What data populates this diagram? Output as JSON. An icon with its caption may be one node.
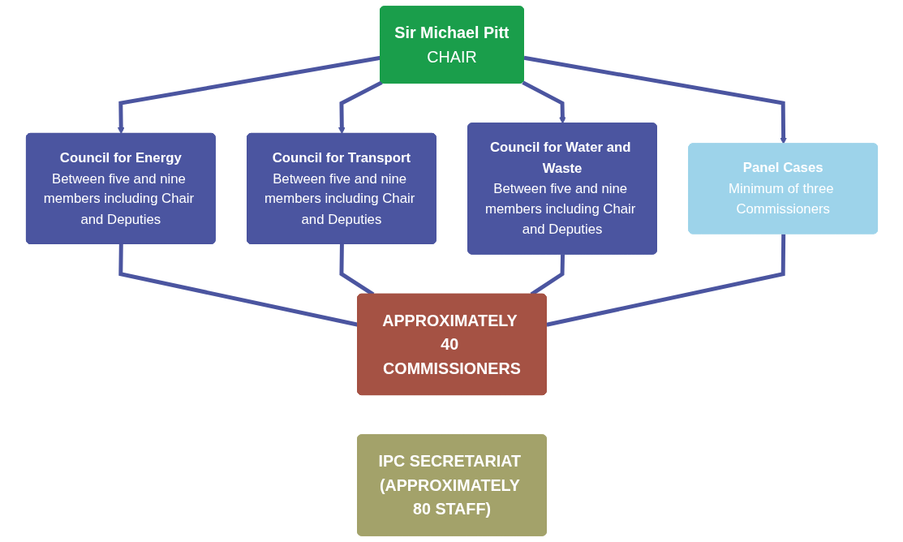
{
  "diagram": {
    "nodes": [
      {
        "text": [
          "Sir Michael Pitt",
          "CHAIR"
        ]
      },
      {
        "text": [
          "Council for Energy",
          "Between five and nine members including Chair and Deputies"
        ]
      },
      {
        "text": [
          "Council for Transport",
          "Between five and nine members including Chair and Deputies"
        ]
      },
      {
        "text": [
          "Council for Water and Waste",
          "Between five and nine members including Chair and Deputies"
        ]
      },
      {
        "text": [
          "Panel Cases",
          "Minimum of three Commissioners"
        ]
      },
      {
        "text": [
          "APPROXIMATELY 40 COMMISSIONERS"
        ]
      },
      {
        "text": [
          "IPC SECRETARIAT (APPROXIMATELY 80 STAFF)"
        ]
      }
    ],
    "edges": [
      {
        "from": 0,
        "to": 1,
        "arrow": "to"
      },
      {
        "from": 0,
        "to": 2,
        "arrow": "to"
      },
      {
        "from": 0,
        "to": 3,
        "arrow": "to"
      },
      {
        "from": 0,
        "to": 4,
        "arrow": "to"
      },
      {
        "from": 1,
        "to": 5,
        "arrow": "none"
      },
      {
        "from": 2,
        "to": 5,
        "arrow": "none"
      },
      {
        "from": 3,
        "to": 5,
        "arrow": "none"
      },
      {
        "from": 4,
        "to": 5,
        "arrow": "none"
      }
    ]
  }
}
